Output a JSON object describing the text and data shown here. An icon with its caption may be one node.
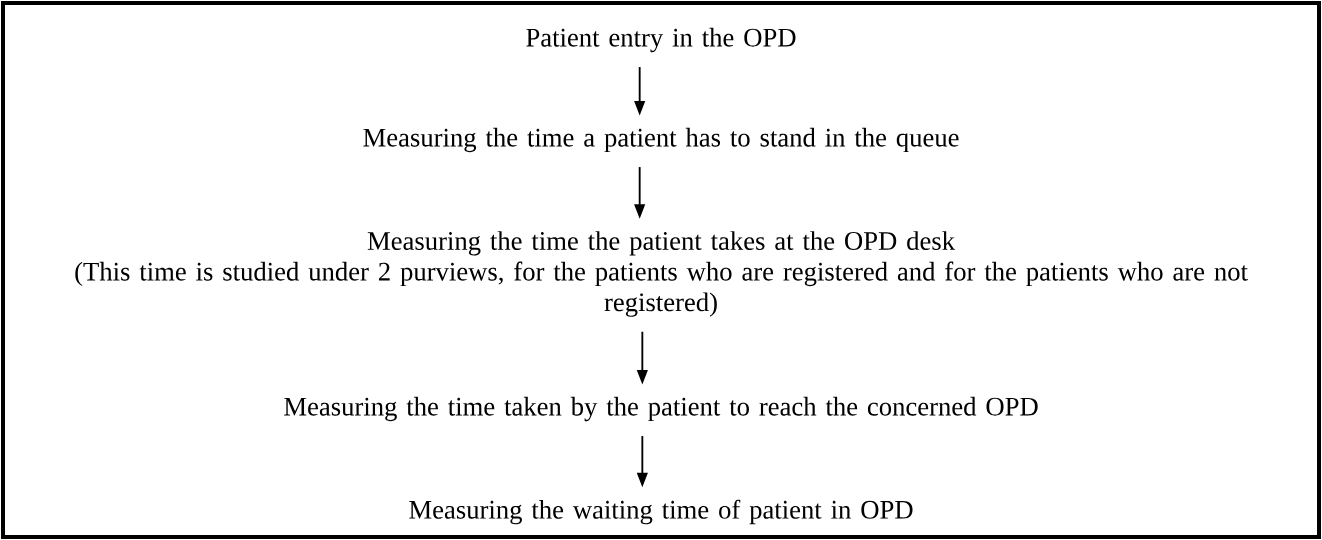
{
  "diagram": {
    "nodes": [
      {
        "text": [
          "Patient entry in the OPD"
        ]
      },
      {
        "text": [
          "Measuring the time a patient has to stand in the queue"
        ]
      },
      {
        "text": [
          "Measuring the time the patient takes at the OPD desk",
          "(This time is studied under 2 purviews, for the patients who are registered and for the patients who are not registered)"
        ]
      },
      {
        "text": [
          "Measuring the time taken by the patient to reach the concerned OPD"
        ]
      },
      {
        "text": [
          "Measuring the waiting time of patient in OPD"
        ]
      }
    ],
    "edges": [
      {
        "from": 0,
        "to": 1,
        "arrow": "to"
      },
      {
        "from": 1,
        "to": 2,
        "arrow": "to"
      },
      {
        "from": 2,
        "to": 3,
        "arrow": "to"
      },
      {
        "from": 3,
        "to": 4,
        "arrow": "to"
      }
    ]
  }
}
